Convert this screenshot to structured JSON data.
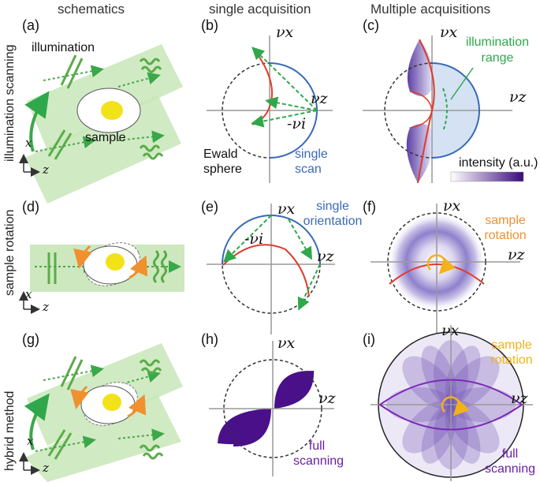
{
  "headers": {
    "schematics": "schematics",
    "single": "single acquisition",
    "multiple": "Multiple acquisitions"
  },
  "row_labels": {
    "row1": "illumination scanning",
    "row2": "sample rotation",
    "row3": "hybrid method"
  },
  "panels": {
    "a": "(a)",
    "b": "(b)",
    "c": "(c)",
    "d": "(d)",
    "e": "(e)",
    "f": "(f)",
    "g": "(g)",
    "h": "(h)",
    "i": "(i)"
  },
  "schematic_text": {
    "illumination": "illumination",
    "sample": "sample",
    "axis_x": "x",
    "axis_z": "z"
  },
  "axes": {
    "vx": "νx",
    "vz": "νz",
    "minus_vi": "-νi"
  },
  "annotations": {
    "ewald_sphere": "Ewald sphere",
    "single_scan": "single scan",
    "illumination_range": "illumination range",
    "intensity": "intensity (a.u.)",
    "single_orientation": "single orientation",
    "sample_rotation": "sample rotation",
    "full_scanning": "full scanning"
  },
  "colors": {
    "green": "#2ea84a",
    "light_green": "#c8e6b8",
    "red": "#e03a2a",
    "blue": "#3a6ab8",
    "purple": "#5a1a9a",
    "orange": "#f0902e",
    "yellow_sample": "#f2e21a",
    "gold_arrow": "#f2b21a"
  }
}
